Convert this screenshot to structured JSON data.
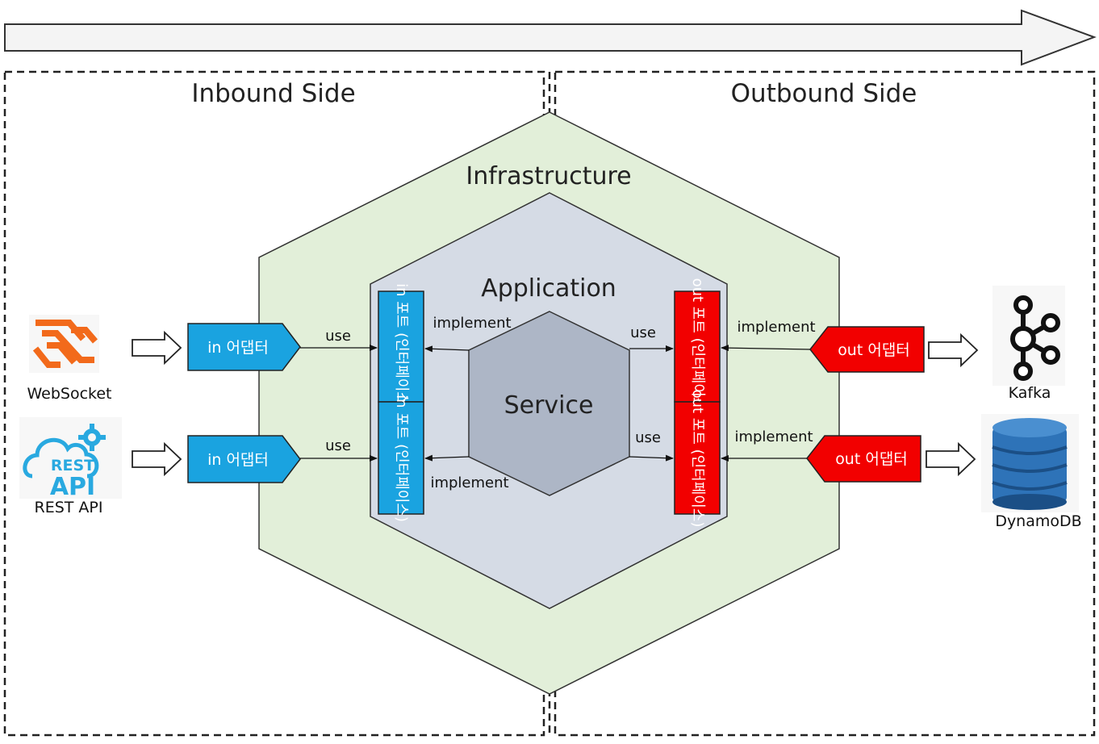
{
  "diagram": {
    "sides": {
      "inbound": "Inbound Side",
      "outbound": "Outbound Side"
    },
    "layers": {
      "infrastructure": "Infrastructure",
      "application": "Application",
      "service": "Service"
    },
    "inbound_adapters": [
      {
        "source": "WebSocket",
        "label": "in 어댑터",
        "edge": "use"
      },
      {
        "source": "REST API",
        "label": "in 어댑터",
        "edge": "use"
      }
    ],
    "in_ports": [
      {
        "label": "in 포트 (인터페이스)",
        "edge": "implement"
      },
      {
        "label": "in 포트 (인터페이스)",
        "edge": "implement"
      }
    ],
    "out_ports": [
      {
        "label": "out 포트 (인터페이스)",
        "edge": "use"
      },
      {
        "label": "out 포트 (인터페이스)",
        "edge": "use"
      }
    ],
    "outbound_adapters": [
      {
        "target": "Kafka",
        "label": "out 어댑터",
        "edge": "implement"
      },
      {
        "target": "DynamoDB",
        "label": "out 어댑터",
        "edge": "implement"
      }
    ],
    "logo_text": {
      "rest_top": "REST",
      "rest_bottom": "API"
    },
    "colors": {
      "infrastructure_fill": "#e2efd9",
      "application_fill": "#d5dbe5",
      "service_fill": "#adb6c6",
      "in_blue": "#1aa3e0",
      "out_red": "#f20000",
      "websocket_orange": "#f26a1b",
      "rest_blue": "#29a9e0",
      "dynamo_blue": "#2e73b8"
    }
  }
}
